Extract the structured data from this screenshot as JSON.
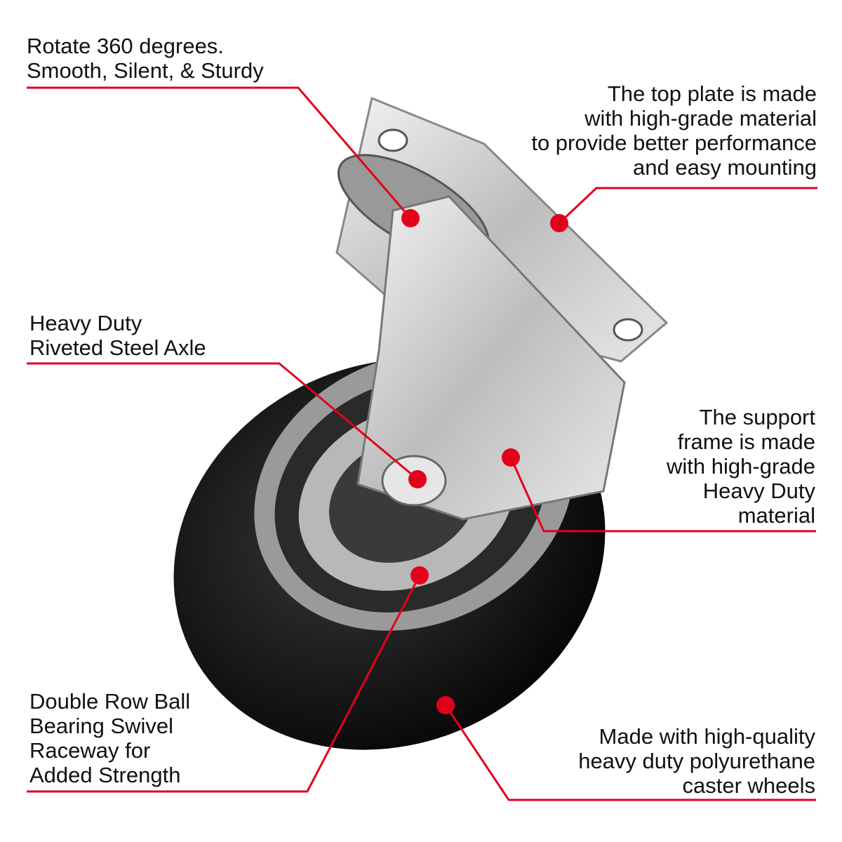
{
  "accent_color": "#e3001b",
  "callouts": {
    "rotate": {
      "lines": [
        "Rotate 360 degrees.",
        "Smooth, Silent, & Sturdy"
      ]
    },
    "top_plate": {
      "lines": [
        "The top plate is made",
        "with high-grade material",
        "to provide better performance",
        "and easy mounting"
      ]
    },
    "axle": {
      "lines": [
        "Heavy Duty",
        "Riveted Steel Axle"
      ]
    },
    "support_frame": {
      "lines": [
        "The support",
        "frame is made",
        "with high-grade",
        "Heavy Duty",
        "material"
      ]
    },
    "bearing": {
      "lines": [
        "Double Row Ball",
        "Bearing Swivel",
        "Raceway for",
        "Added Strength"
      ]
    },
    "wheels": {
      "lines": [
        "Made with high-quality",
        "heavy duty polyurethane",
        "caster wheels"
      ]
    }
  }
}
